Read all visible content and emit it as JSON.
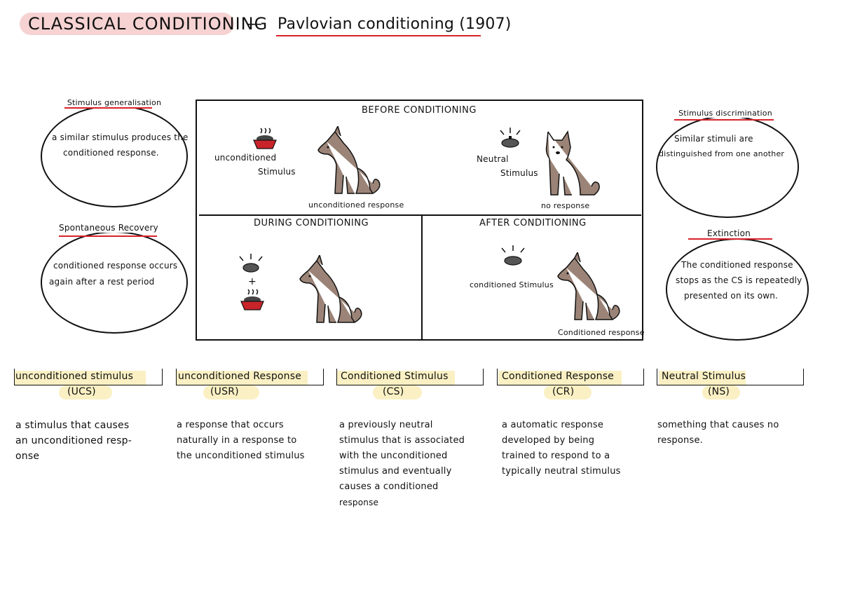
{
  "header": {
    "title": "CLASSICAL CONDITIONING",
    "dash": "—",
    "subtitle": "Pavlovian conditioning (1907)"
  },
  "left": {
    "generalisation": {
      "title": "Stimulus generalisation",
      "body_1": "a similar stimulus produces the",
      "body_2": "conditioned response."
    },
    "recovery": {
      "title": "Spontaneous Recovery",
      "body_1": "conditioned response occurs",
      "body_2": "again after a rest period"
    }
  },
  "right": {
    "discrimination": {
      "title": "Stimulus discrimination",
      "body_1": "Similar stimuli are",
      "body_2": "distinguished from one another"
    },
    "extinction": {
      "title": "Extinction",
      "body_1": "The conditioned response",
      "body_2": "stops as the CS is repeatedly",
      "body_3": "presented on its own."
    }
  },
  "diagram": {
    "before": {
      "heading": "BEFORE CONDITIONING",
      "ucs_1": "unconditioned",
      "ucs_2": "Stimulus",
      "ucr": "unconditioned response",
      "ns_1": "Neutral",
      "ns_2": "Stimulus",
      "nr": "no response"
    },
    "during": {
      "heading": "DURING CONDITIONING",
      "plus": "+"
    },
    "after": {
      "heading": "AFTER CONDITIONING",
      "cs": "conditioned Stimulus",
      "cr": "Conditioned response"
    },
    "colors": {
      "dog": "#9b8477",
      "bowl": "#c8242a",
      "bell": "#555555"
    }
  },
  "terms": [
    {
      "title": "unconditioned stimulus",
      "abbr": "(UCS)",
      "def_1": "a stimulus that causes",
      "def_2": "an unconditioned resp-",
      "def_3": "onse",
      "def_4": "",
      "def_5": ""
    },
    {
      "title": "unconditioned Response",
      "abbr": "(USR)",
      "def_1": "a response that occurs",
      "def_2": "naturally in a response to",
      "def_3": "the unconditioned stimulus",
      "def_4": "",
      "def_5": ""
    },
    {
      "title": "Conditioned Stimulus",
      "abbr": "(CS)",
      "def_1": "a previously neutral",
      "def_2": "stimulus that is associated",
      "def_3": "with the unconditioned",
      "def_4": "stimulus and eventually",
      "def_5": "causes a conditioned",
      "def_6": "response"
    },
    {
      "title": "Conditioned Response",
      "abbr": "(CR)",
      "def_1": "a automatic response",
      "def_2": "developed by being",
      "def_3": "trained to respond to a",
      "def_4": "typically neutral stimulus",
      "def_5": ""
    },
    {
      "title": "Neutral Stimulus",
      "abbr": "(NS)",
      "def_1": "something that causes no",
      "def_2": "response.",
      "def_3": "",
      "def_4": "",
      "def_5": ""
    }
  ]
}
